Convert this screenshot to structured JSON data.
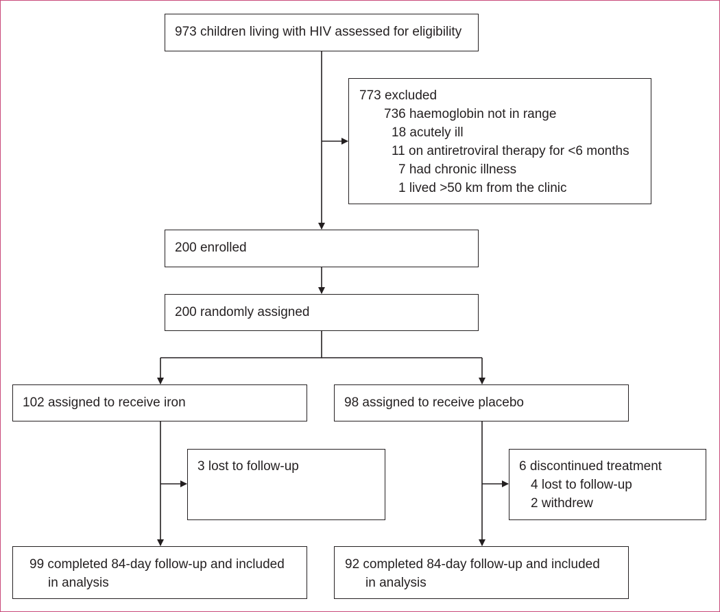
{
  "assessed": "973 children living with HIV assessed for eligibility",
  "excluded": {
    "total": "773 excluded",
    "reasons": [
      "736 haemoglobin not in range",
      "18 acutely ill",
      "11 on antiretroviral therapy for <6 months",
      "7 had chronic illness",
      "1 lived >50 km from the clinic"
    ]
  },
  "enrolled": "200 enrolled",
  "randomised": "200 randomly assigned",
  "iron_arm": {
    "assigned": "102 assigned to receive iron",
    "lost": "3 lost to follow-up",
    "completed_line1": "99 completed 84-day follow-up and included",
    "completed_line2": "in analysis"
  },
  "placebo_arm": {
    "assigned": "98 assigned to receive placebo",
    "discontinued": "6 discontinued treatment",
    "discontinued_reasons": [
      "4 lost to follow-up",
      "2 withdrew"
    ],
    "completed_line1": "92 completed 84-day follow-up and included",
    "completed_line2": "in analysis"
  }
}
